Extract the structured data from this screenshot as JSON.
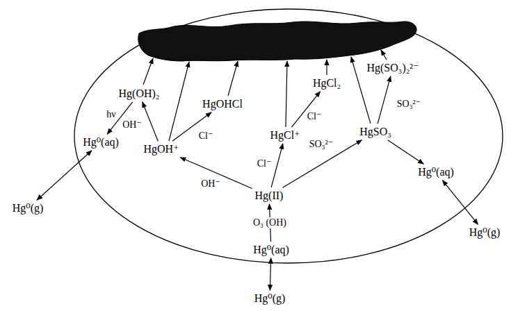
{
  "diagram": {
    "nodes": [
      {
        "text": [
          "Hg(OH)₂"
        ]
      },
      {
        "text": [
          "HgOHCl"
        ]
      },
      {
        "text": [
          "HgCl₂"
        ]
      },
      {
        "text": [
          "Hg(SO₃)₂²⁻"
        ]
      },
      {
        "text": [
          "Hg⁰(aq)"
        ]
      },
      {
        "text": [
          "HgOH⁺"
        ]
      },
      {
        "text": [
          "HgCl⁺"
        ]
      },
      {
        "text": [
          "HgSO₃"
        ]
      },
      {
        "text": [
          "Hg⁰(aq)"
        ]
      },
      {
        "text": [
          "Hg(II)"
        ]
      },
      {
        "text": [
          "Hg⁰(g)"
        ]
      },
      {
        "text": [
          "Hg⁰(g)"
        ]
      },
      {
        "text": [
          "Hg⁰(aq)"
        ]
      },
      {
        "text": [
          "Hg⁰(g)"
        ]
      }
    ],
    "edges": [
      {
        "from": 13,
        "to": 12,
        "arrow": "both"
      },
      {
        "from": 12,
        "to": 9,
        "label": "O₃ (OH)",
        "arrow": "to"
      },
      {
        "from": 9,
        "to": 5,
        "label": "OH⁻",
        "arrow": "to"
      },
      {
        "from": 9,
        "to": 6,
        "label": "Cl⁻",
        "arrow": "to"
      },
      {
        "from": 9,
        "to": 7,
        "label": "SO₃²⁻",
        "arrow": "to"
      },
      {
        "from": 5,
        "to": 0,
        "label": "OH⁻",
        "arrow": "to"
      },
      {
        "from": 5,
        "to": 1,
        "label": "Cl⁻",
        "arrow": "to"
      },
      {
        "from": 6,
        "to": 2,
        "label": "Cl⁻",
        "arrow": "to"
      },
      {
        "from": 7,
        "to": 3,
        "label": "SO₃²⁻",
        "arrow": "to"
      },
      {
        "from": 7,
        "to": 8,
        "arrow": "to"
      },
      {
        "from": 0,
        "to": 4,
        "label": "hν",
        "arrow": "to"
      },
      {
        "from": 4,
        "to": 10,
        "arrow": "both"
      },
      {
        "from": 8,
        "to": 11,
        "arrow": "both"
      }
    ]
  }
}
